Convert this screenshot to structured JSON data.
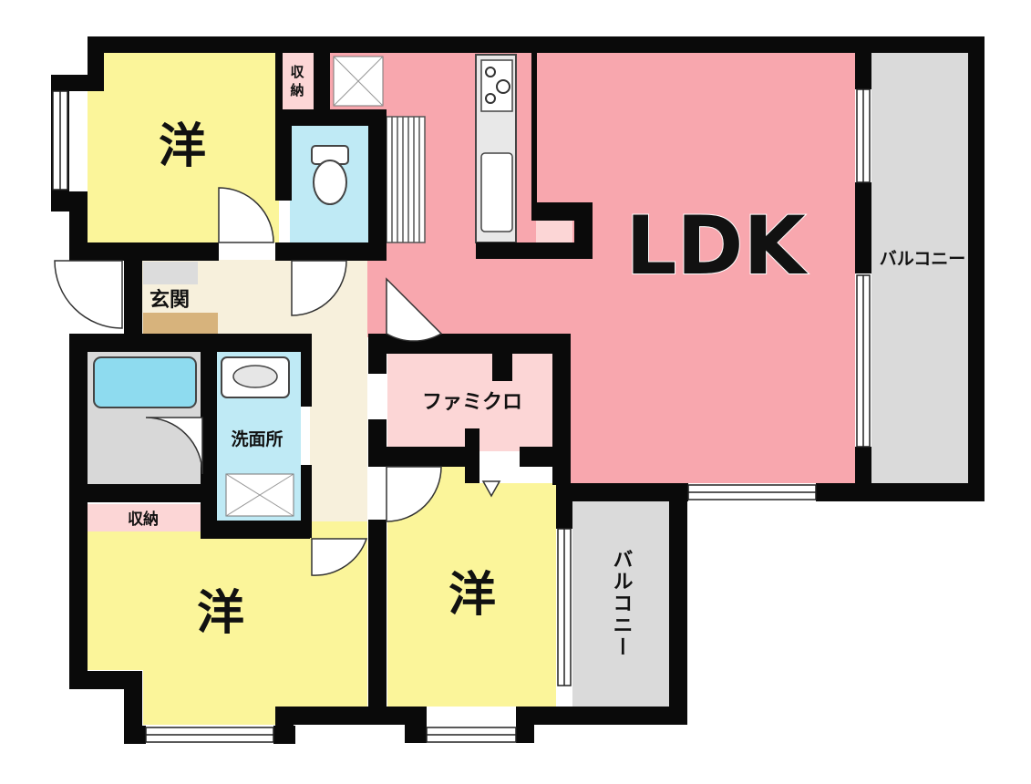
{
  "rooms": {
    "western_top": "洋",
    "western_bottom_left": "洋",
    "western_bottom_right": "洋",
    "ldk": "LDK",
    "entrance": "玄関",
    "washroom": "洗面所",
    "family_closet": "ファミクロ",
    "storage_top_line1": "収",
    "storage_top_line2": "納",
    "storage_left": "収納",
    "balcony_right": "バルコニー",
    "balcony_small": "バルコニー"
  },
  "colors": {
    "western": "#fbf59a",
    "ldk": "#f8a7ae",
    "hall": "#f7f0dc",
    "closet": "#fcd6d6",
    "wet": "#bfeaf5",
    "balcony": "#dadada",
    "wall": "#0a0a0a"
  }
}
